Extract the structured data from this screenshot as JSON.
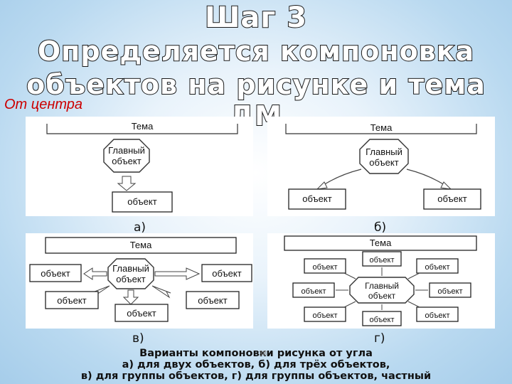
{
  "slide": {
    "title_line1": "Шаг 3",
    "title_line2": "Определяется компоновка",
    "title_line3": "объектов на рисунке и тема ДМ",
    "subtitle": "От центра",
    "slide_number": "38",
    "caption_line1": "Варианты компоновки рисунка от угла",
    "caption_line2": "а) для двух объектов, б) для трёх объектов,",
    "caption_line3": "в) для группы объектов, г) для группы объектов, частный"
  },
  "diagram": {
    "panel_a": {
      "letter": "а)",
      "theme": "Тема",
      "main_line1": "Главный",
      "main_line2": "объект",
      "object": "объект"
    },
    "panel_b": {
      "letter": "б)",
      "theme": "Тема",
      "main_line1": "Главный",
      "main_line2": "объект",
      "object_left": "объект",
      "object_right": "объект"
    },
    "panel_c": {
      "letter": "в)",
      "theme": "Тема",
      "main_line1": "Главный",
      "main_line2": "объект",
      "object_left": "объект",
      "object_right": "объект",
      "object_bottom_left": "объект",
      "object_bottom_mid": "объект",
      "object_bottom_right": "объект"
    },
    "panel_d": {
      "letter": "г)",
      "theme": "Тема",
      "main_line1": "Главный",
      "main_line2": "объект",
      "object": "объект"
    }
  },
  "colors": {
    "subtitle": "#cc0000",
    "title_fill": "#ffffff",
    "title_stroke": "#1a1a1a",
    "background": "#a6cdea"
  }
}
